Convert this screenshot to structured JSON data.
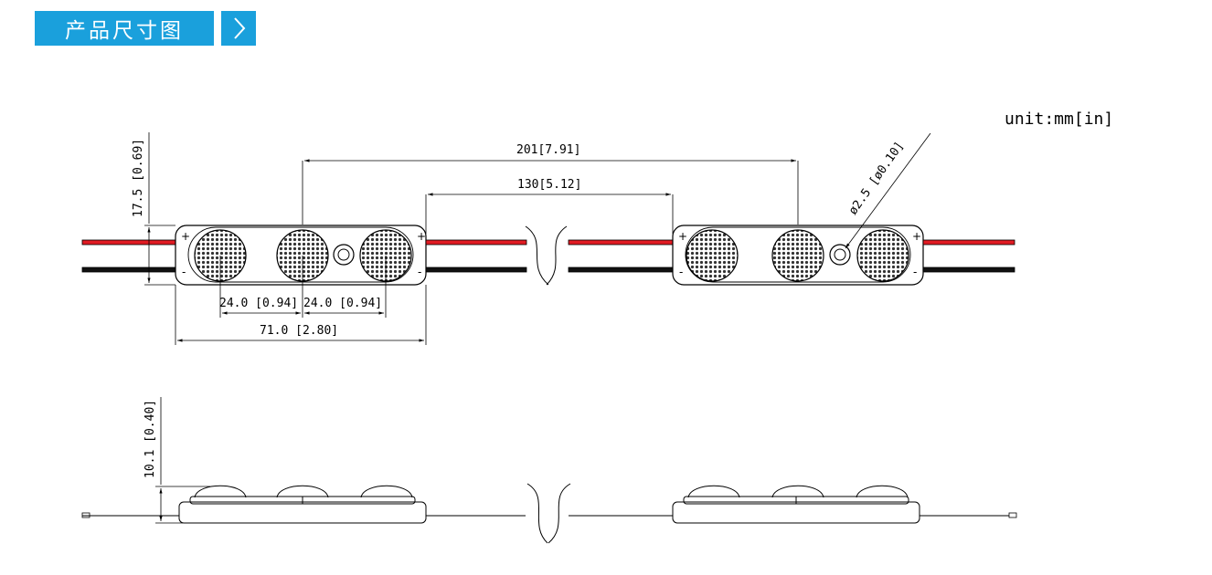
{
  "header": {
    "title": "产品尺寸图",
    "chevron_icon": "chevron-right-icon",
    "accent_color": "#1aa0dc"
  },
  "unit_label": "unit:mm[in]",
  "dimensions": {
    "pitch": "201[7.91]",
    "wire_length": "130[5.12]",
    "height": "17.5 [0.69]",
    "lens_pitch_1": "24.0 [0.94]",
    "lens_pitch_2": "24.0 [0.94]",
    "length": "71.0 [2.80]",
    "hole": "ø2.5 [ø0.10]",
    "thickness": "10.1 [0.40]"
  },
  "colors": {
    "wire_red": "#e11b22",
    "wire_black": "#111111",
    "line": "#000000"
  }
}
